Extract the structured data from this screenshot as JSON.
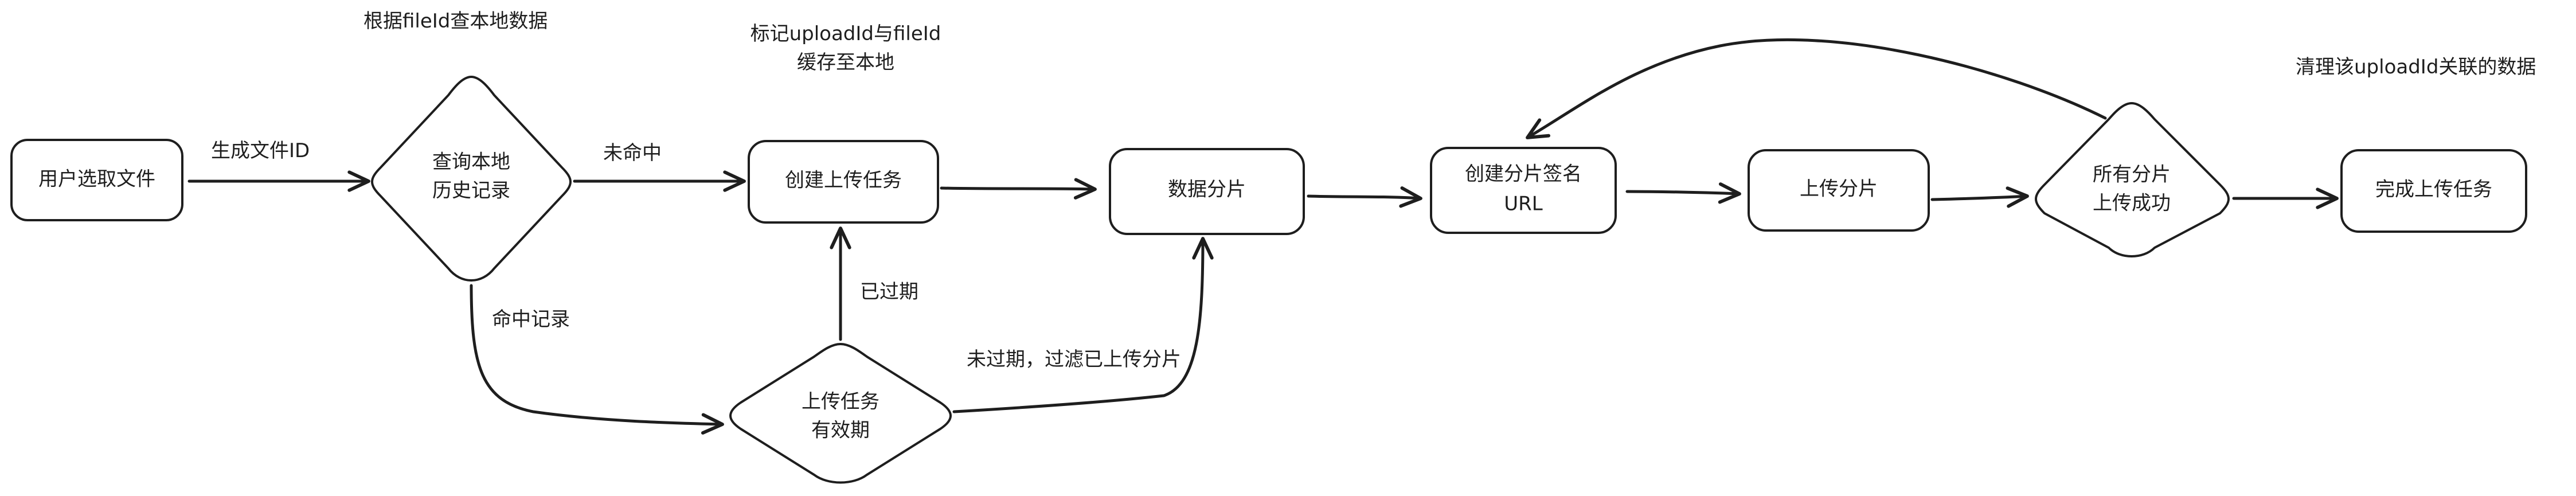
{
  "nodes": {
    "select_file": "用户选取文件",
    "query_history": [
      "查询本地",
      "历史记录"
    ],
    "create_task": "创建上传任务",
    "chunk_data": "数据分片",
    "create_sign_url": [
      "创建分片签名",
      "URL"
    ],
    "upload_chunk": "上传分片",
    "all_chunks_done": [
      "所有分片",
      "上传成功"
    ],
    "finish_task": "完成上传任务",
    "task_valid": [
      "上传任务",
      "有效期"
    ]
  },
  "edges": {
    "gen_file_id": "生成文件ID",
    "miss": "未命中",
    "hit_record": "命中记录",
    "expired": "已过期",
    "not_expired": "未过期，过滤已上传分片"
  },
  "notes": {
    "query_by_file_id": "根据fileId查本地数据",
    "mark_upload": [
      "标记uploadId与fileId",
      "缓存至本地"
    ],
    "cleanup": "清理该uploadId关联的数据"
  },
  "colors": {
    "stroke": "#1e1e1e",
    "fill": "#ffffff",
    "background": "#ffffff"
  }
}
